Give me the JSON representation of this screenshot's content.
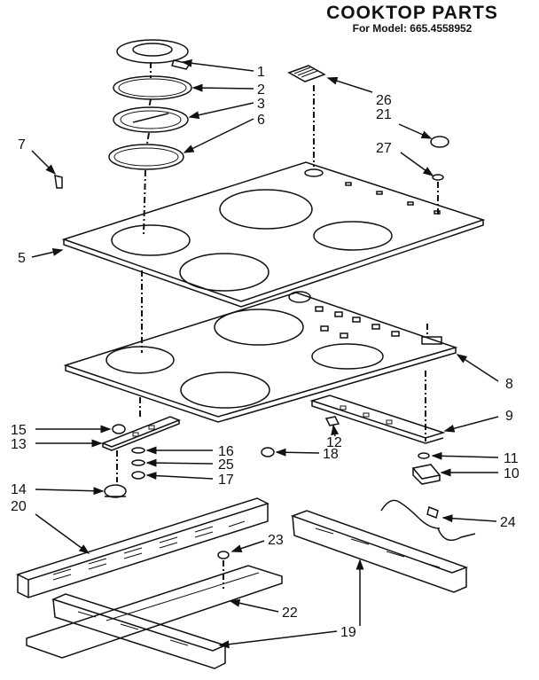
{
  "header": {
    "title": "COOKTOP PARTS",
    "subtitle": "For Model: 665.4558952"
  },
  "callouts": [
    "1",
    "2",
    "3",
    "6",
    "7",
    "5",
    "26",
    "21",
    "27",
    "8",
    "9",
    "12",
    "11",
    "10",
    "18",
    "15",
    "13",
    "16",
    "25",
    "17",
    "14",
    "20",
    "23",
    "24",
    "22",
    "19"
  ],
  "colors": {
    "ink": "#111111",
    "paper": "#ffffff"
  }
}
